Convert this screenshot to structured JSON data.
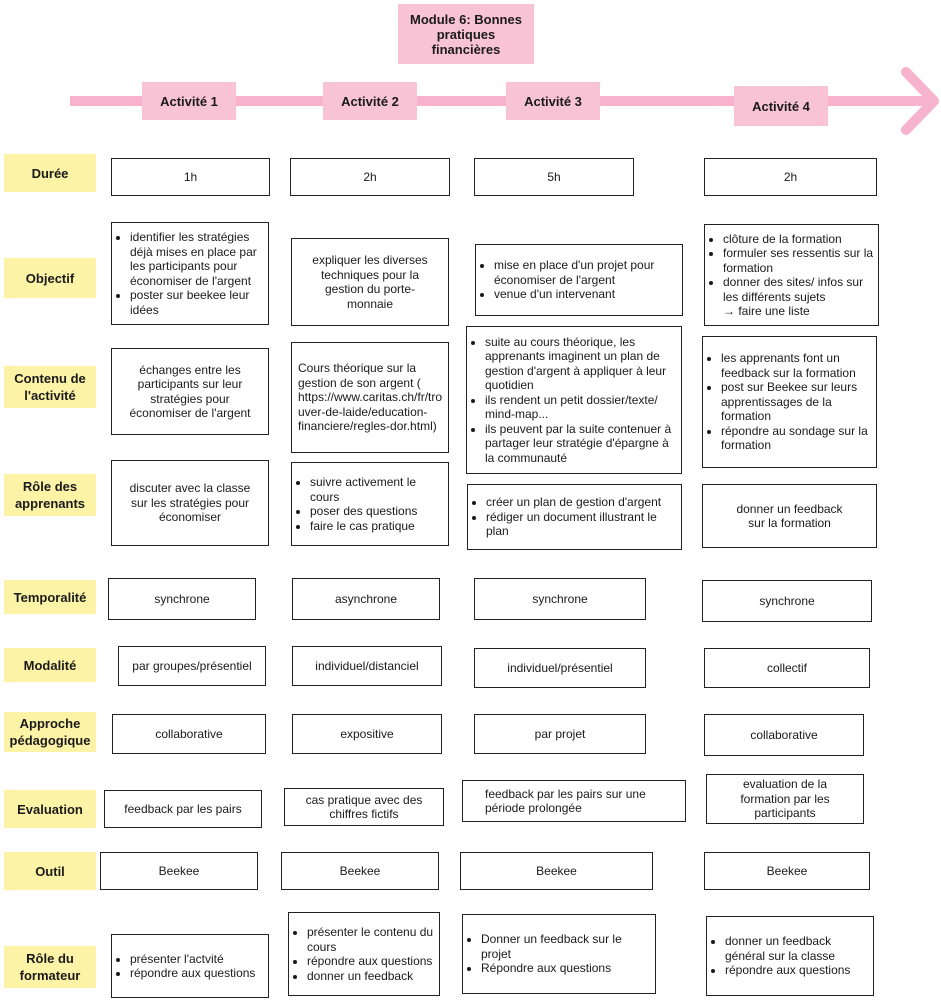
{
  "module_title": "Module 6: Bonnes pratiques financières",
  "activities": [
    "Activité 1",
    "Activité 2",
    "Activité 3",
    "Activité 4"
  ],
  "row_labels": {
    "duree": "Durée",
    "objectif": "Objectif",
    "contenu": "Contenu de l'activité",
    "role_apprenants": "Rôle des apprenants",
    "temporalite": "Temporalité",
    "modalite": "Modalité",
    "approche": "Approche pédagogique",
    "evaluation": "Evaluation",
    "outil": "Outil",
    "role_formateur": "Rôle du formateur"
  },
  "duree": [
    "1h",
    "2h",
    "5h",
    "2h"
  ],
  "objectif": {
    "a1": [
      "identifier les stratégies déjà mises en place par les participants pour économiser de l'argent",
      "poster sur beekee leur idées"
    ],
    "a2": "expliquer les diverses techniques pour la gestion du porte-monnaie",
    "a3": [
      "mise en place d'un projet pour économiser de l'argent",
      "venue d'un intervenant"
    ],
    "a4": [
      "clôture de la formation",
      "formuler ses ressentis sur la formation",
      "donner des sites/ infos sur les différents sujets",
      "→ faire une liste"
    ]
  },
  "contenu": {
    "a1": "échanges entre les participants sur leur stratégies pour économiser de l'argent",
    "a2": "Cours théorique sur la gestion de son argent ( https://www.caritas.ch/fr/trouver-de-laide/education-financiere/regles-dor.html)",
    "a3": [
      "suite au cours théorique, les apprenants imaginent un plan de gestion d'argent à appliquer à leur quotidien",
      "ils rendent un petit dossier/texte/ mind-map...",
      "ils peuvent par la suite contenuer à partager leur stratégie d'épargne à la communauté"
    ],
    "a4": [
      "les apprenants font un feedback sur la formation",
      "post sur Beekee sur leurs apprentissages de la formation",
      "répondre au sondage sur la formation"
    ]
  },
  "role_apprenants": {
    "a1": "discuter avec la classe sur les stratégies pour économiser",
    "a2": [
      "suivre activement le cours",
      "poser des questions",
      "faire le cas pratique"
    ],
    "a3": [
      "créer un plan de gestion d'argent",
      "rédiger un document illustrant le plan"
    ],
    "a4": "donner un feedback sur la formation"
  },
  "temporalite": [
    "synchrone",
    "asynchrone",
    "synchrone",
    "synchrone"
  ],
  "modalite": [
    "par groupes/présentiel",
    "individuel/distanciel",
    "individuel/présentiel",
    "collectif"
  ],
  "approche": [
    "collaborative",
    "expositive",
    "par projet",
    "collaborative"
  ],
  "evaluation": [
    "feedback par les pairs",
    "cas pratique avec des chiffres fictifs",
    "feedback par les pairs sur une période prolongée",
    "evaluation de la formation par les participants"
  ],
  "outil": [
    "Beekee",
    "Beekee",
    "Beekee",
    "Beekee"
  ],
  "role_formateur": {
    "a1": [
      "présenter l'actvité",
      "répondre aux questions"
    ],
    "a2": [
      "présenter le contenu du cours",
      "répondre aux questions",
      "donner un feedback"
    ],
    "a3": [
      "Donner un feedback sur le projet",
      "Répondre aux questions"
    ],
    "a4": [
      "donner un feedback général sur la classe",
      "répondre aux questions"
    ]
  },
  "colors": {
    "pink": "#f9c3d6",
    "arrow": "#f7b3cb",
    "yellow": "#fdf3a6"
  }
}
